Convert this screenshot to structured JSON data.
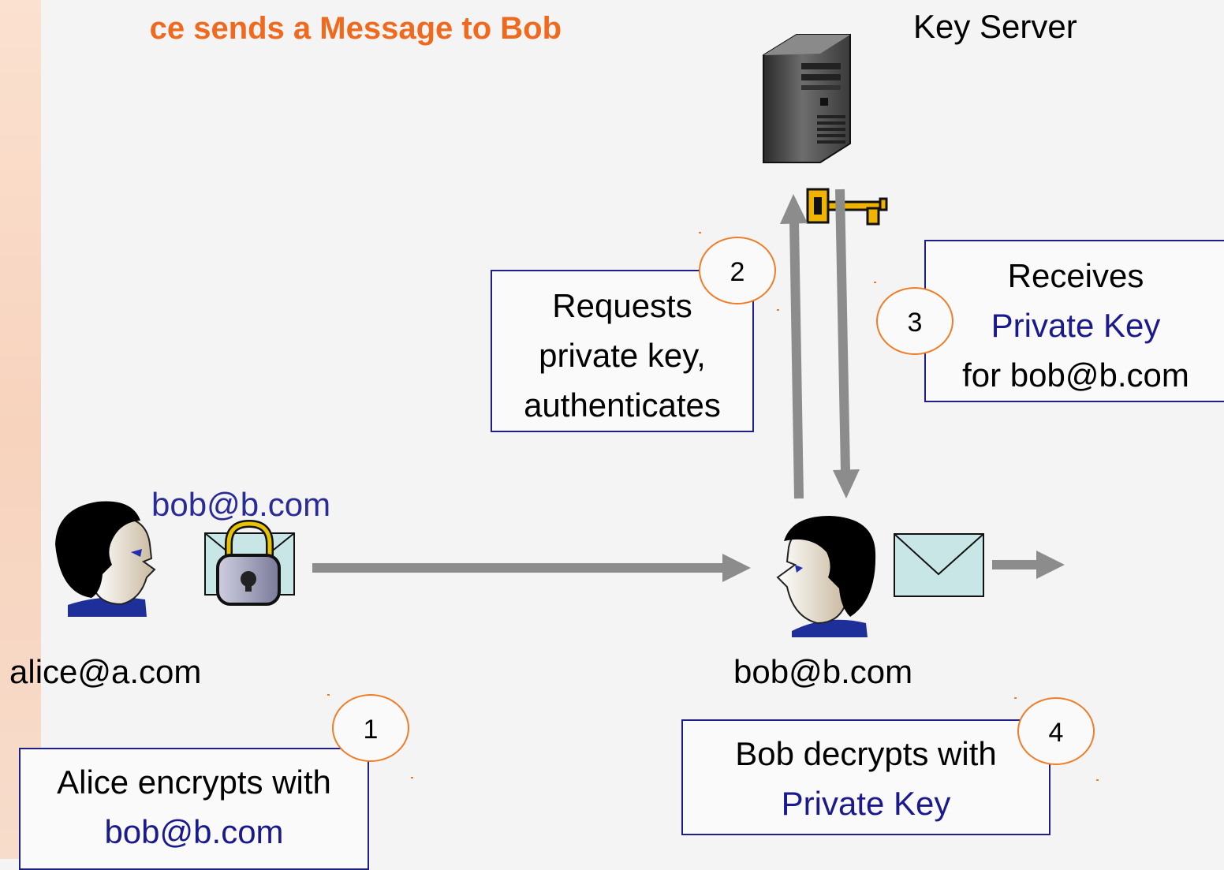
{
  "title": "ce sends a Message to Bob",
  "key_server_label": "Key Server",
  "alice_email": "alice@a.com",
  "bob_email": "bob@b.com",
  "envelope_recipient": "bob@b.com",
  "steps": [
    {
      "number": "1",
      "lines": [
        "Alice encrypts with"
      ],
      "highlight": "bob@b.com"
    },
    {
      "number": "2",
      "lines": [
        "Requests",
        "private key,",
        "authenticates"
      ]
    },
    {
      "number": "3",
      "lines": [
        "Receives"
      ],
      "highlight": "Private Key",
      "trailing": "for bob@b.com"
    },
    {
      "number": "4",
      "lines": [
        "Bob decrypts with"
      ],
      "highlight": "Private Key"
    }
  ],
  "colors": {
    "title": "#ef6a1e",
    "box_border": "#1f1f8a",
    "highlight_text": "#1a1a8c",
    "badge_border": "#ef7d28",
    "arrow": "#8c8c8c",
    "envelope": "#c9e6e6",
    "key": "#f0b400"
  },
  "icons": [
    "alice-person-icon",
    "locked-envelope-icon",
    "bob-person-icon",
    "envelope-icon",
    "server-icon",
    "key-icon"
  ]
}
